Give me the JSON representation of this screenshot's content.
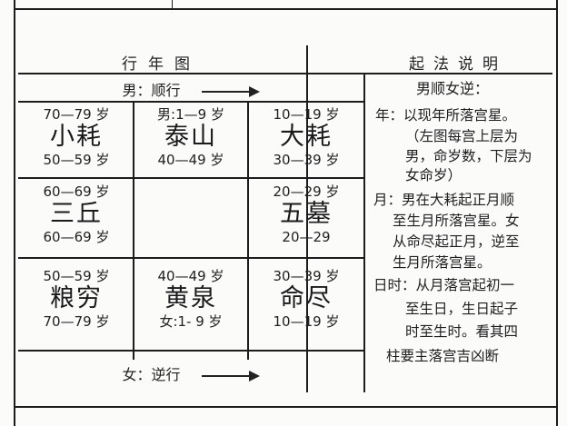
{
  "left_panel": {
    "title": "行年图",
    "male_direction": {
      "label": "男：顺行",
      "arrow": "right-arrow"
    },
    "female_direction": {
      "label": "女：逆行",
      "arrow": "right-arrow"
    },
    "grid": [
      [
        {
          "top": "70—79 岁",
          "name": "小耗",
          "bottom": "50—59 岁"
        },
        {
          "top": "男:1—9 岁",
          "name": "泰山",
          "bottom": "40—49 岁"
        },
        {
          "top": "10—19 岁",
          "name": "大耗",
          "bottom": "30—39 岁"
        }
      ],
      [
        {
          "top": "60—69 岁",
          "name": "三丘",
          "bottom": "60—69 岁"
        },
        {
          "top": "",
          "name": "",
          "bottom": ""
        },
        {
          "top": "20—29 岁",
          "name": "五墓",
          "bottom": "20—29"
        }
      ],
      [
        {
          "top": "50—59 岁",
          "name": "粮穷",
          "bottom": "70—79 岁"
        },
        {
          "top": "40—49 岁",
          "name": "黄泉",
          "bottom": "女:1- 9 岁"
        },
        {
          "top": "30—39 岁",
          "name": "命尽",
          "bottom": "10—19 岁"
        }
      ]
    ]
  },
  "right_panel": {
    "title": "起法说明",
    "lines": [
      "男顺女逆：",
      "年：以现年所落宫星。",
      "（左图每宫上层为",
      "男，命岁数，下层为",
      "女命岁）",
      "月：男在大耗起正月顺",
      "至生月所落宫星。女",
      "从命尽起正月，逆至",
      "生月所落宫星。",
      "日时：从月落宫起初一",
      "至生日，生日起子",
      "时至生时。看其四",
      "柱要主落宫吉凶断"
    ]
  }
}
